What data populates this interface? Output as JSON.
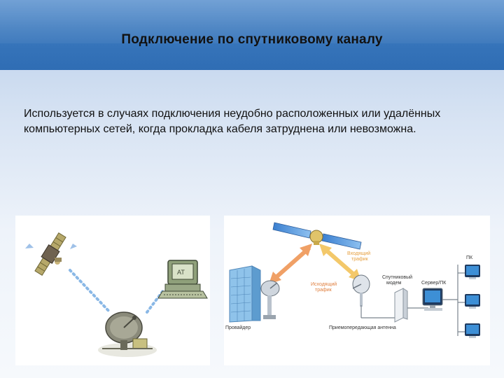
{
  "slide": {
    "title": "Подключение по спутниковому каналу",
    "body": "Используется в случаях подключения неудобно расположенных или удалённых компьютерных сетей, когда прокладка кабеля затруднена или невозможна."
  },
  "diagram": {
    "incoming_traffic": [
      "Входящий",
      "трафик"
    ],
    "outgoing_traffic": [
      "Исходящий",
      "трафик"
    ],
    "modem": [
      "Спутниковый",
      "модем"
    ],
    "server": "Сервер/ПК",
    "pc": "ПК",
    "provider": "Провайдер",
    "antenna": "Приемопередающая антенна"
  },
  "colors": {
    "header_blue": "#3a78bd",
    "outgoing_arrow": "#f0a066",
    "incoming_arrow": "#f3c86a",
    "dotted_path": "#8ab8e6"
  }
}
